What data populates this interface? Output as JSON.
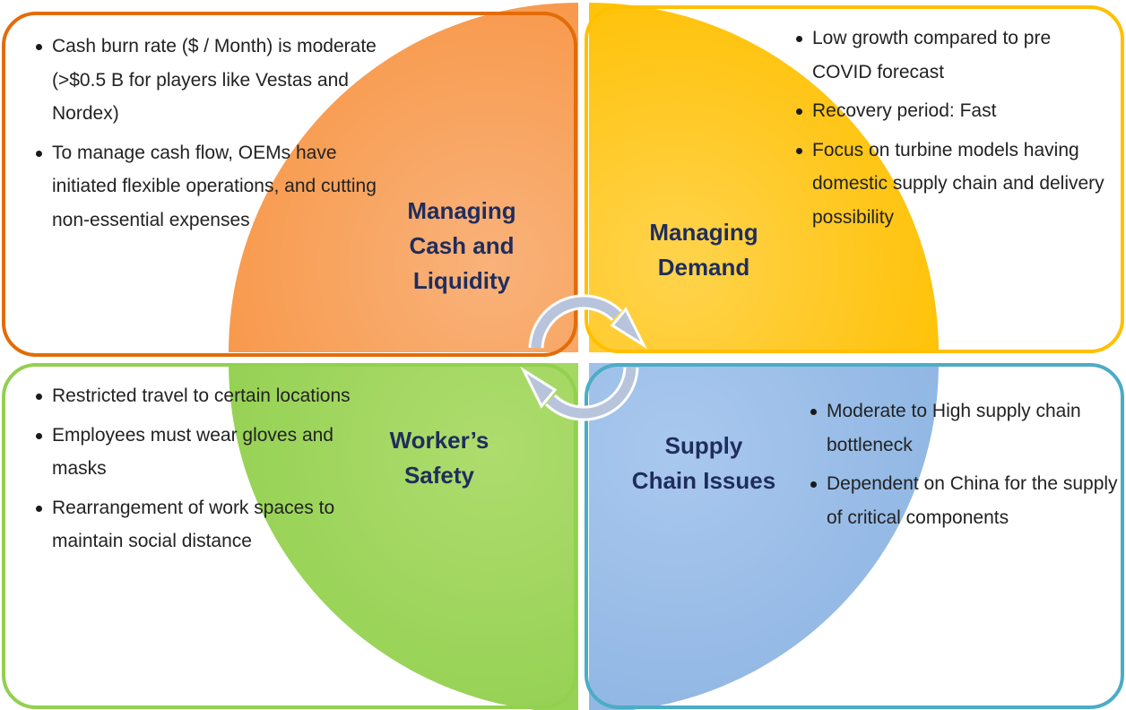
{
  "colors": {
    "cash": "#f79646",
    "demand": "#ffc000",
    "safety": "#92d050",
    "supply": "#8db4e2",
    "title_text": "#1f2d5c",
    "border_cash": "#e36c09",
    "border_demand": "#ffc000",
    "border_safety": "#92d050",
    "border_supply": "#4bacc6",
    "cycle_arrows": "#b8c4dc"
  },
  "quadrants": {
    "cash": {
      "title_lines": [
        "Managing",
        "Cash and",
        "Liquidity"
      ],
      "bullets": [
        "Cash burn rate ($ / Month) is moderate (>$0.5 B for players like Vestas and Nordex)",
        "To manage cash flow, OEMs have initiated flexible operations, and cutting non-essential expenses"
      ]
    },
    "demand": {
      "title_lines": [
        "Managing",
        "Demand"
      ],
      "bullets": [
        "Low growth compared to pre COVID forecast",
        "Recovery period: Fast",
        "Focus on turbine models having domestic supply chain and delivery possibility"
      ]
    },
    "safety": {
      "title_lines": [
        "Worker’s",
        "Safety"
      ],
      "bullets": [
        "Restricted travel to certain locations",
        "Employees must wear gloves and masks",
        "Rearrangement of work spaces to maintain social distance"
      ]
    },
    "supply": {
      "title_lines": [
        "Supply",
        "Chain Issues"
      ],
      "bullets": [
        "Moderate to High supply chain bottleneck",
        "Dependent on China for the supply of critical components"
      ]
    }
  },
  "center_icon": "cycle-arrows-icon"
}
